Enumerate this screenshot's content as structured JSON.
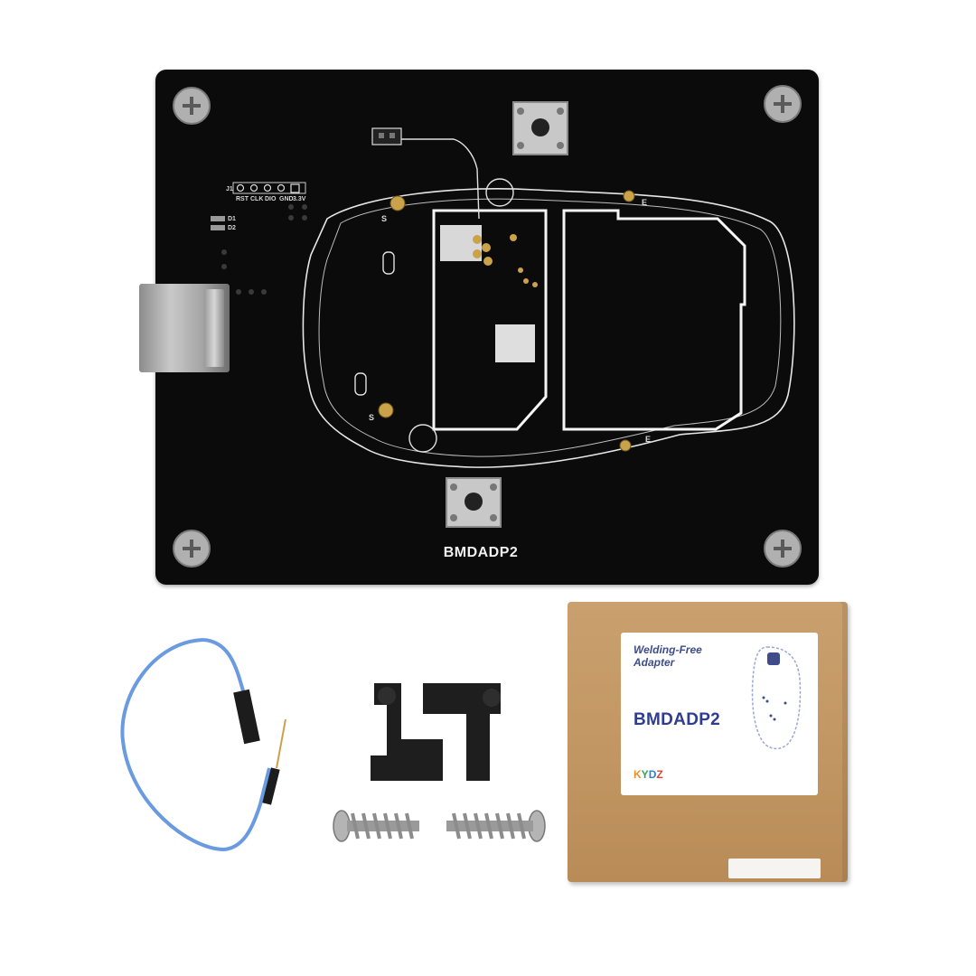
{
  "board": {
    "model_label": "BMDADP2",
    "header_ref": "J1",
    "pin_labels": [
      "RST",
      "CLK",
      "DIO",
      "GND",
      "3.3V"
    ],
    "led_labels": [
      "D1",
      "D2"
    ],
    "contact_labels": [
      "S",
      "S",
      "E",
      "E"
    ]
  },
  "box": {
    "subtitle_line1": "Welding-Free",
    "subtitle_line2": "Adapter",
    "title": "BMDADP2",
    "brand_letters": [
      "K",
      "Y",
      "D",
      "Z"
    ]
  },
  "colors": {
    "board": "#0b0b0b",
    "silkscreen": "#ffffff",
    "gold_contact": "#c9a24a",
    "cardboard": "#c19561",
    "label_text": "#2e3d8f",
    "wire": "#6a9ae0"
  },
  "icons": [
    "screw-icon",
    "usb-port-icon",
    "spring-screw-icon",
    "clamp-bracket-icon",
    "jumper-wire-icon"
  ]
}
